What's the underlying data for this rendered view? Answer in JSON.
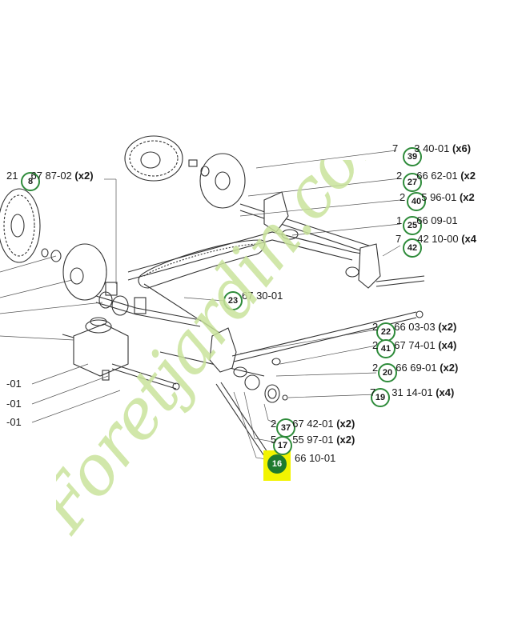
{
  "colors": {
    "badge_border": "#2e8b3a",
    "badge_selected": "#1e7a2e",
    "highlight": "#f2f400",
    "watermark_green": "#c9e39b",
    "watermark_brown": "#b9ab95"
  },
  "watermark": {
    "text": "Foretjardin.com"
  },
  "callouts": [
    {
      "num": "39",
      "prefix": "7",
      "code": "3 40-01",
      "qty": "(x6)"
    },
    {
      "num": "27",
      "prefix": "2",
      "code": "66 62-01",
      "qty": "(x2"
    },
    {
      "num": "40",
      "prefix": "2",
      "code": "5 96-01",
      "qty": "(x2"
    },
    {
      "num": "25",
      "prefix": "1",
      "code": "66 09-01",
      "qty": ""
    },
    {
      "num": "42",
      "prefix": "7",
      "code": "42 10-00",
      "qty": "(x4"
    },
    {
      "num": "8",
      "prefix": "21",
      "code": "67 87-02",
      "qty": "(x2)"
    },
    {
      "num": "23",
      "prefix": "",
      "code": "67 30-01",
      "qty": ""
    },
    {
      "num": "22",
      "prefix": "2",
      "code": "66 03-03",
      "qty": "(x2)"
    },
    {
      "num": "41",
      "prefix": "2",
      "code": "67 74-01",
      "qty": "(x4)"
    },
    {
      "num": "20",
      "prefix": "2",
      "code": "66 69-01",
      "qty": "(x2)"
    },
    {
      "num": "19",
      "prefix": "7",
      "code": "31 14-01",
      "qty": "(x4)"
    },
    {
      "num": "37",
      "prefix": "2",
      "code": "67 42-01",
      "qty": "(x2)"
    },
    {
      "num": "17",
      "prefix": "5",
      "code": "55 97-01",
      "qty": "(x2)"
    },
    {
      "num": "16",
      "prefix": "",
      "code": "66 10-01",
      "qty": "",
      "selected": true
    }
  ],
  "left_partial_labels": [
    "-01",
    "-01",
    "-01"
  ]
}
